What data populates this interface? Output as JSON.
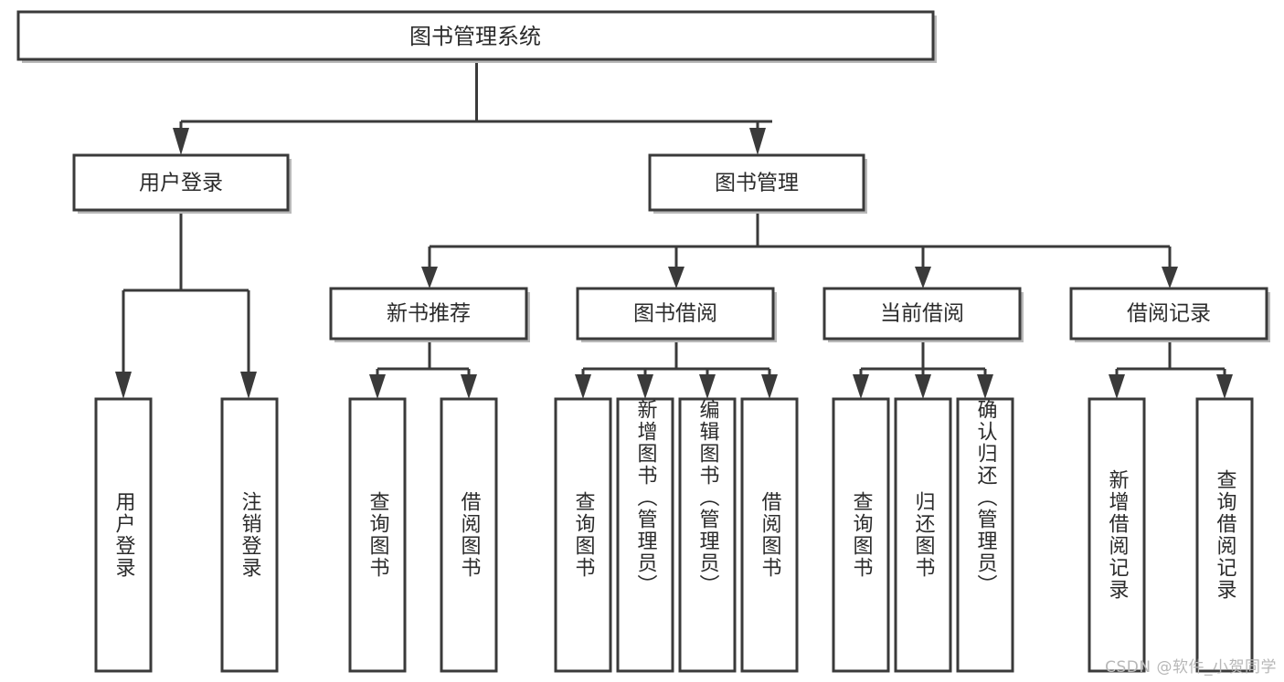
{
  "diagram": {
    "type": "tree",
    "title": "图书管理系统",
    "watermark": "CSDN @软件_小贺同学",
    "colors": {
      "stroke": "#3a3a3a",
      "fill": "#ffffff",
      "text": "#2b2b2b",
      "shadow": "#b9b9b9",
      "watermark": "#b7b7b7"
    },
    "root": {
      "label": "图书管理系统"
    },
    "level2": [
      {
        "label": "用户登录"
      },
      {
        "label": "图书管理"
      }
    ],
    "level3": [
      {
        "label": "新书推荐"
      },
      {
        "label": "图书借阅"
      },
      {
        "label": "当前借阅"
      },
      {
        "label": "借阅记录"
      }
    ],
    "leaves": {
      "user_login": [
        {
          "label": "用户登录"
        },
        {
          "label": "注销登录"
        }
      ],
      "new_book_recommend": [
        {
          "label": "查询图书"
        },
        {
          "label": "借阅图书"
        }
      ],
      "book_borrow": [
        {
          "label": "查询图书"
        },
        {
          "label": "新增图书（管理员）"
        },
        {
          "label": "编辑图书（管理员）"
        },
        {
          "label": "借阅图书"
        }
      ],
      "current_borrow": [
        {
          "label": "查询图书"
        },
        {
          "label": "归还图书"
        },
        {
          "label": "确认归还（管理员）"
        }
      ],
      "borrow_record": [
        {
          "label": "新增借阅记录"
        },
        {
          "label": "查询借阅记录"
        }
      ]
    }
  }
}
